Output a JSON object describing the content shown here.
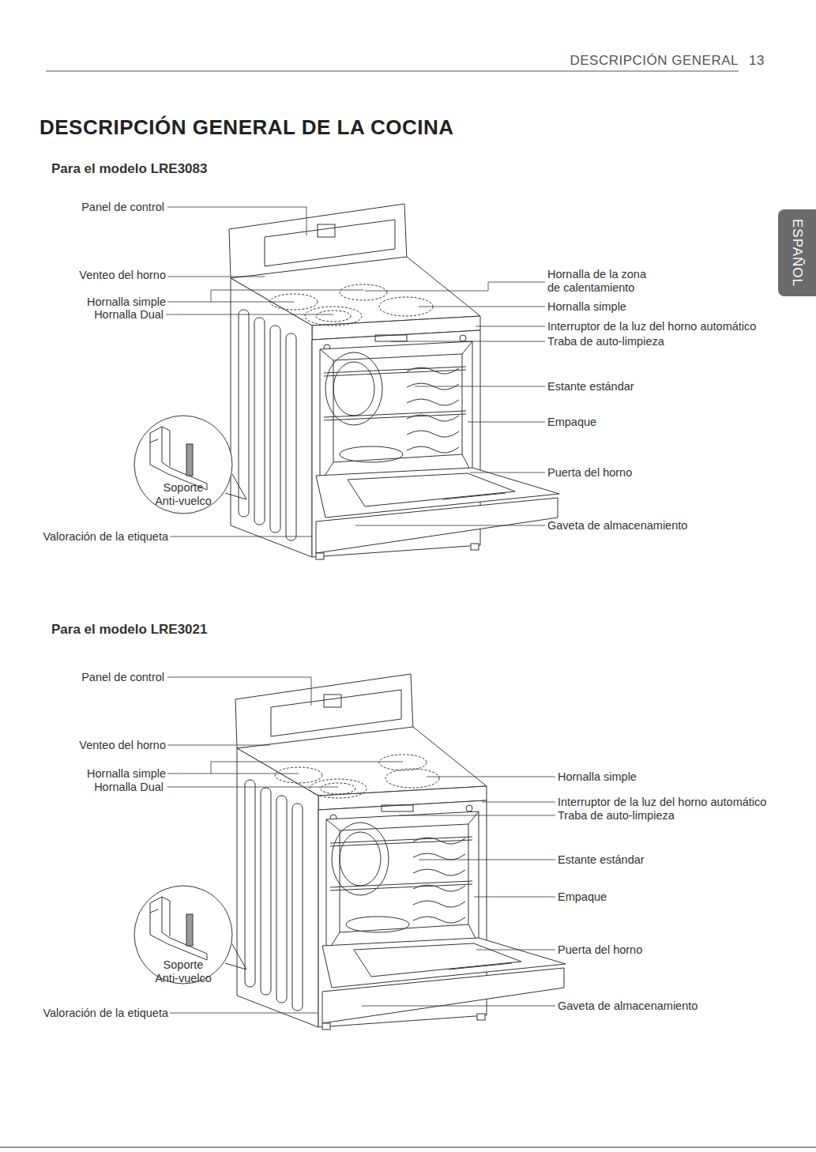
{
  "diagram": {
    "title": "DESCRIPCIÓN GENERAL DE LA COCINA",
    "nodes": [
      {
        "text": [
          "ESPAÑOL"
        ]
      }
    ],
    "labels": [
      "DESCRIPCIÓN GENERAL",
      "13",
      "Para el modelo LRE3083",
      "Panel de control",
      "Venteo del horno",
      "Hornalla simple",
      "Hornalla Dual",
      "Soporte Anti-vuelco",
      "Valoración de la etiqueta",
      "Hornalla de la zona de calentamiento",
      "Hornalla simple",
      "Interruptor de la luz del horno automático",
      "Traba de auto-limpieza",
      "Estante estándar",
      "Empaque",
      "Puerta del horno",
      "Gaveta de almacenamiento",
      "Para el modelo LRE3021",
      "Panel de control",
      "Venteo del horno",
      "Hornalla simple",
      "Hornalla Dual",
      "Soporte Anti-vuelco",
      "Valoración de la etiqueta",
      "Hornalla simple",
      "Interruptor de la luz del horno automático",
      "Traba de auto-limpieza",
      "Estante estándar",
      "Empaque",
      "Puerta del horno",
      "Gaveta de almacenamiento"
    ]
  }
}
